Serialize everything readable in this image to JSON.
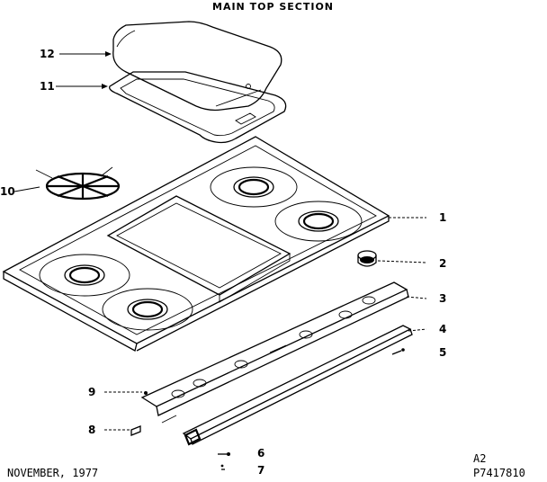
{
  "title": "MAIN TOP SECTION",
  "callouts": [
    "1",
    "2",
    "3",
    "4",
    "5",
    "6",
    "7",
    "8",
    "9",
    "10",
    "11",
    "12"
  ],
  "footer": {
    "date": "NOVEMBER, 1977",
    "code_line1": "A2",
    "code_line2": "P7417810"
  }
}
